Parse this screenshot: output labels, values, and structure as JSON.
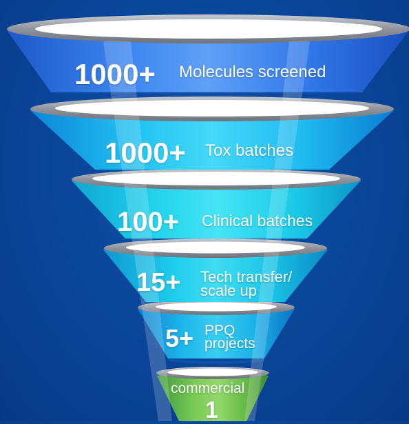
{
  "stages": [
    {
      "count": "1000+",
      "label": "Molecules screened",
      "color": "#2a6fe0"
    },
    {
      "count": "1000+",
      "label": "Tox batches",
      "color": "#14b4ea"
    },
    {
      "count": "100+",
      "label": "Clinical batches",
      "color": "#1ccbe4"
    },
    {
      "count": "15+",
      "label_line1": "Tech transfer/",
      "label_line2": "scale up",
      "color": "#17c3e4"
    },
    {
      "count": "5+",
      "label_line1": "PPQ",
      "label_line2": "projects",
      "color": "#1ab7e6"
    },
    {
      "count": "1",
      "label": "commercial",
      "color": "#6cc04a"
    }
  ]
}
